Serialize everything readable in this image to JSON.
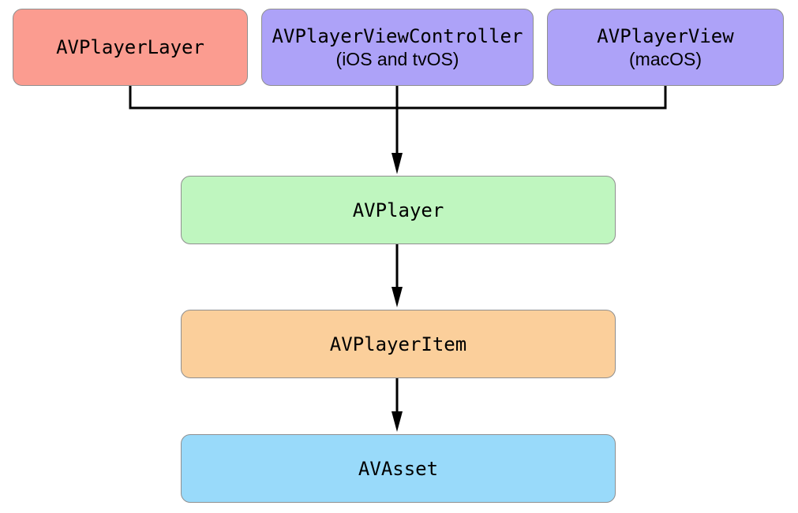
{
  "diagram": {
    "background": "#FFFFFF",
    "line_color": "#000000",
    "border_color": "#8F8F8F",
    "nodes": {
      "player_layer": {
        "label": "AVPlayerLayer",
        "fill": "#FB9C90"
      },
      "player_view_controller": {
        "label": "AVPlayerViewController",
        "sublabel": "(iOS and tvOS)",
        "fill": "#ADA2F8"
      },
      "player_view": {
        "label": "AVPlayerView",
        "sublabel": "(macOS)",
        "fill": "#ADA2F8"
      },
      "player": {
        "label": "AVPlayer",
        "fill": "#BFF6BF"
      },
      "player_item": {
        "label": "AVPlayerItem",
        "fill": "#FBCF9B"
      },
      "asset": {
        "label": "AVAsset",
        "fill": "#99DAFA"
      }
    },
    "edges": [
      {
        "from": "AVPlayerLayer",
        "to": "AVPlayer"
      },
      {
        "from": "AVPlayerViewController",
        "to": "AVPlayer"
      },
      {
        "from": "AVPlayerView",
        "to": "AVPlayer"
      },
      {
        "from": "AVPlayer",
        "to": "AVPlayerItem"
      },
      {
        "from": "AVPlayerItem",
        "to": "AVAsset"
      }
    ]
  }
}
